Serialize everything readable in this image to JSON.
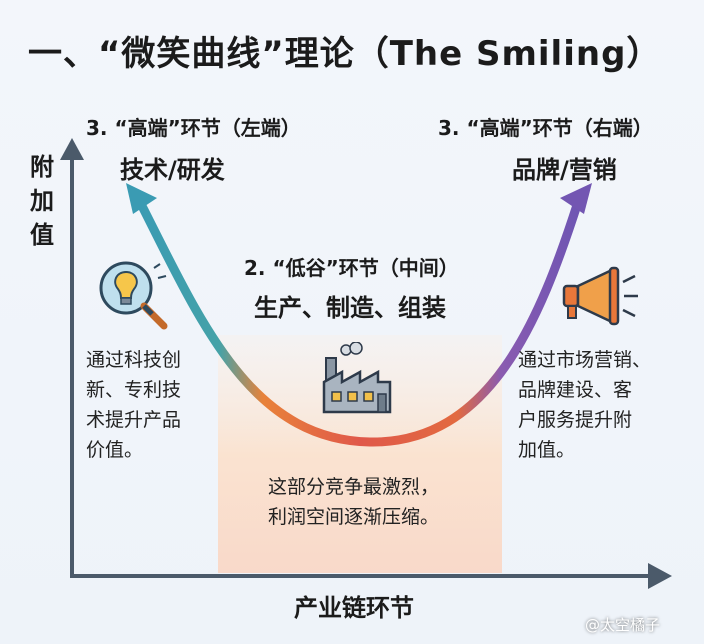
{
  "title": "一、“微笑曲线”理论（The Smiling）",
  "y_axis_label": "附加值",
  "x_axis_label": "产业链环节",
  "left_end": {
    "heading": "3. “高端”环节（左端）",
    "subheading": "技术/研发",
    "description": [
      "通过科技创",
      "新、专利技",
      "术提升产品",
      "价值。"
    ],
    "icon": "lightbulb-magnifier-icon"
  },
  "right_end": {
    "heading": "3. “高端”环节（右端）",
    "subheading": "品牌/营销",
    "description": [
      "通过市场营销、",
      "品牌建设、客",
      "户服务提升附",
      "加值。"
    ],
    "icon": "megaphone-icon"
  },
  "middle": {
    "heading": "2. “低谷”环节（中间）",
    "subheading": "生产、制造、组装",
    "description": [
      "这部分竞争最激烈，",
      "利润空间逐渐压缩。"
    ],
    "icon": "factory-icon"
  },
  "watermark": "@太空橘子",
  "colors": {
    "curve_left": "#3a9bb3",
    "curve_mid": "#e8773a",
    "curve_right": "#7b5bb0",
    "middle_band": "#fbe3cf",
    "axis": "#4b5a6a"
  }
}
